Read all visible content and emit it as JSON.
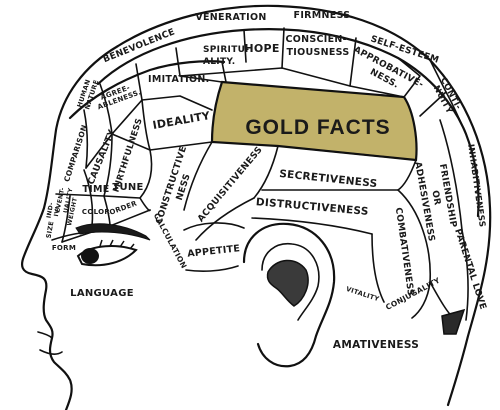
{
  "highlight_color": "#c2b26a",
  "ink_color": "#111111",
  "dark_patch_color": "#2a2a2a",
  "title": "GOLD FACTS",
  "faculties": {
    "veneration": "VENERATION",
    "firmness": "FIRMNESS",
    "benevolence": "BENEVOLENCE",
    "spirituality": "SPIRITU-\nALITY.",
    "hope": "HOPE",
    "conscientiousness": "CONSCIEN-\nTIOUSNESS",
    "self_esteem": "SELF-ESTEEM",
    "approbativeness": "APPROBATIVE-\nNESS.",
    "continuity": "CONTI-\nNUITY",
    "human_nature": "HUMAN\nNATURE",
    "imitation": "IMITATION.",
    "agreeableness": "AGREE-\nABLENESS.",
    "comparison": "COMPARISON",
    "causality": "CAUSALITY",
    "ideality": "IDEALITY",
    "mirthfulness": "MIRTHFULNESS",
    "inhabitiveness": "INHABITIVENESS",
    "friendship": "FRIENDSHIP\nOR\nADHESIVENESS",
    "eventuality": "EVENT-\nUALITY",
    "individuality": "IND-\nIVI.",
    "time": "TIME",
    "tune": "TUNE",
    "constructiveness": "CONSTRUCTIVE\nNESS",
    "acquisitiveness": "ACQUISITIVENESS",
    "secretiveness": "SECRETIVENESS",
    "destructiveness": "DISTRUCTIVENESS",
    "combativeness": "COMBATIVENESS",
    "parental_love": "PARENTAL LOVE",
    "size": "SIZE",
    "weight": "WEIGHT",
    "color": "COLOR",
    "order": "ORDER",
    "calculation": "CALCULATION",
    "form": "FORM",
    "appetite": "APPETITE",
    "vitality": "VITALITY",
    "conjugality": "CONJUGALITY",
    "language": "LANGUAGE",
    "amativeness": "AMATIVENESS"
  }
}
